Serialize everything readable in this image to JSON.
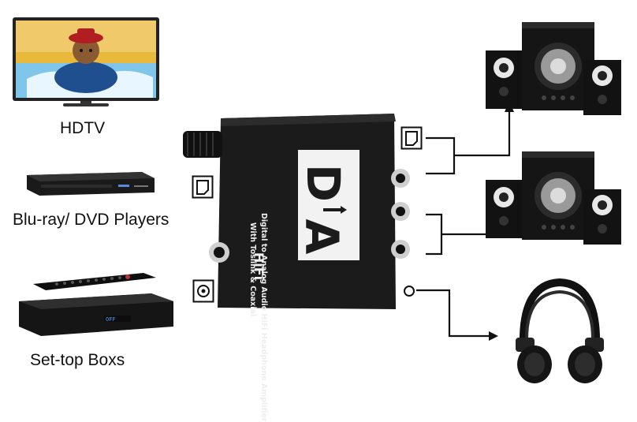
{
  "sources": {
    "hdtv": "HDTV",
    "bluray": "Blu-ray/ DVD Players",
    "settop": "Set-top Boxs"
  },
  "device": {
    "line1": "Digital to Analog Audio HiFi Headphone Amplifier",
    "line2": "With Toslink & Coaxial",
    "logo_d": "D",
    "logo_a": "A",
    "hifi": "HiFi"
  },
  "remote_display": "OFF",
  "colors": {
    "device_body": "#1b1b1b",
    "logo_panel": "#f2f2f2",
    "cable": "#111111",
    "tv_sky": "#e8b93a"
  },
  "icons": [
    "optical-port-icon",
    "coaxial-port-icon",
    "rca-port-icon",
    "headphone-jack-icon",
    "arrow-icon"
  ]
}
